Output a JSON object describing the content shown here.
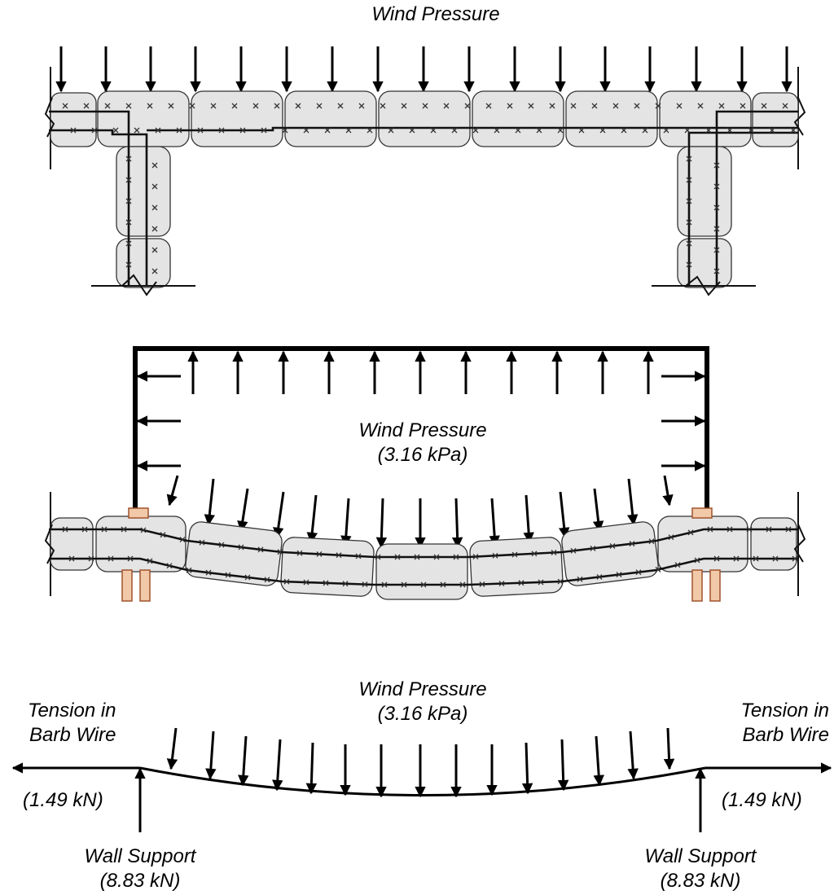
{
  "panel_top": {
    "title": "Wind Pressure"
  },
  "panel_middle": {
    "title_line1": "Wind Pressure",
    "title_line2": "(3.16 kPa)"
  },
  "panel_bottom": {
    "title_line1": "Wind Pressure",
    "title_line2": "(3.16 kPa)",
    "left_tension_line1": "Tension in",
    "left_tension_line2": "Barb Wire",
    "right_tension_line1": "Tension in",
    "right_tension_line2": "Barb Wire",
    "left_force": "(1.49 kN)",
    "right_force": "(1.49 kN)",
    "left_support_line1": "Wall Support",
    "left_support_line2": "(8.83 kN)",
    "right_support_line1": "Wall Support",
    "right_support_line2": "(8.83 kN)"
  },
  "colors": {
    "bag_fill": "#e4e4e4",
    "wood_fill": "#f2c9a8",
    "wood_stroke": "#a0522d"
  }
}
